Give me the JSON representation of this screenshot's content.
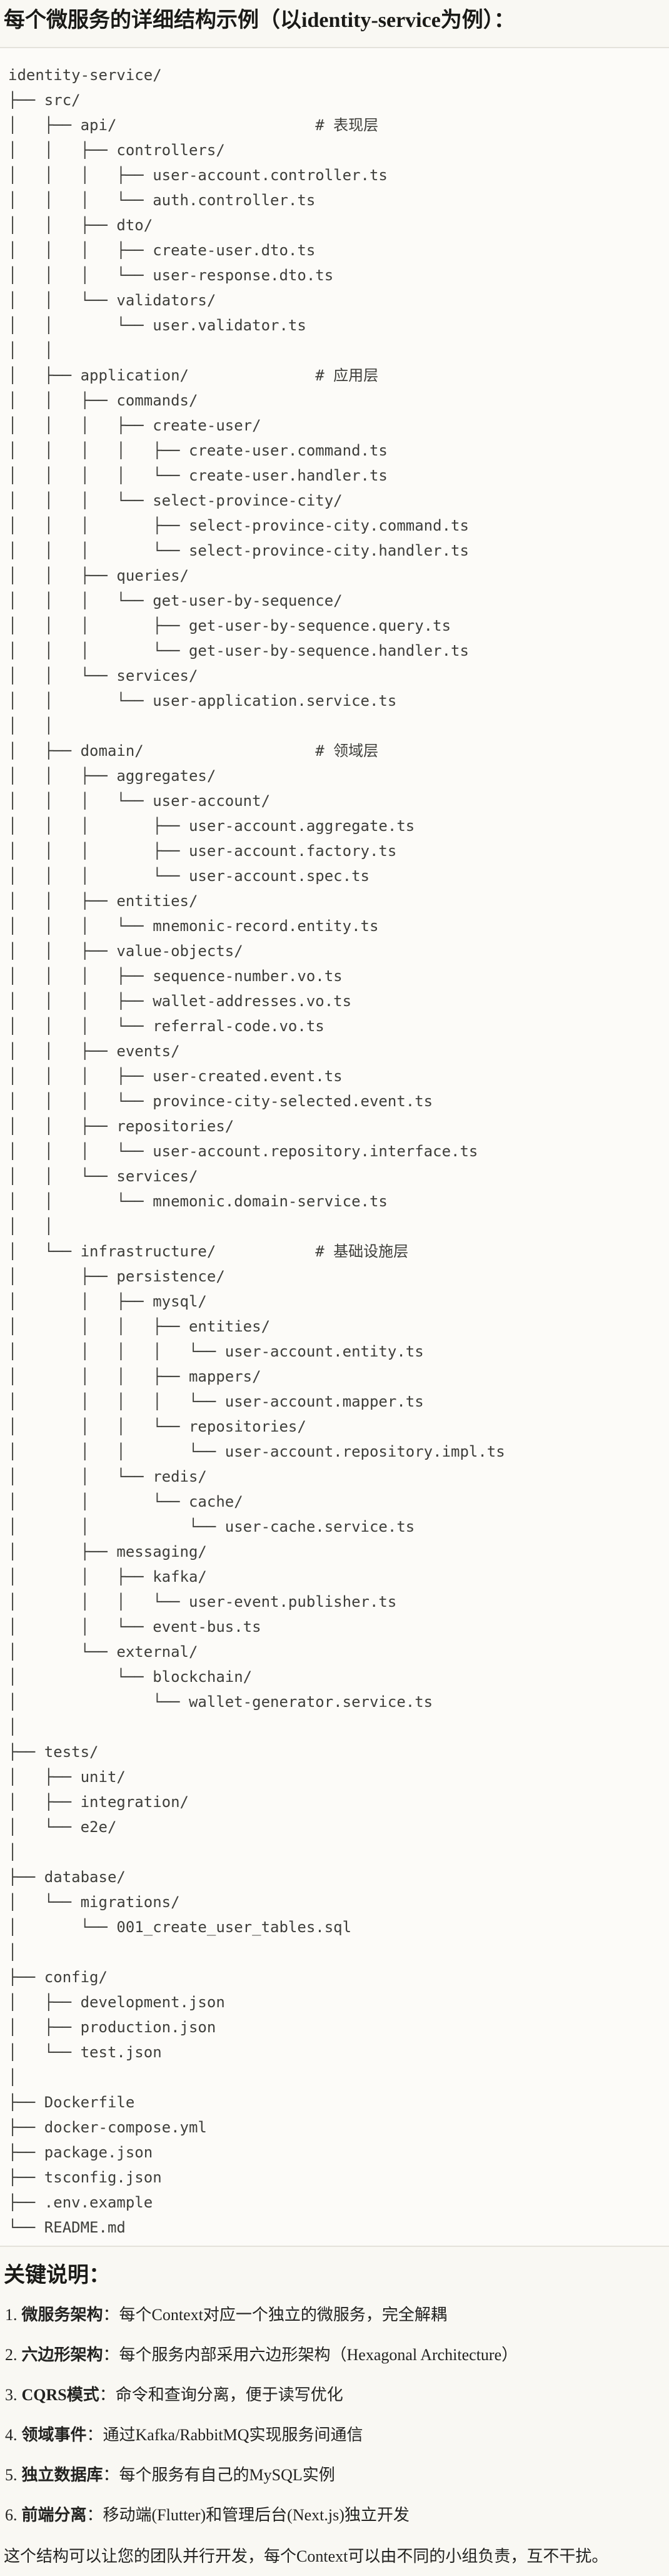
{
  "page": {
    "title": "每个微服务的详细结构示例（以identity-service为例）："
  },
  "colors": {
    "page_bg": "#f9f8f3",
    "code_bg": "#fcfbf8",
    "border": "#e4e2db",
    "title_text": "#1a1a17",
    "code_text": "#3e3e3a",
    "body_text": "#222220"
  },
  "code_block": {
    "lines": [
      "identity-service/",
      "├── src/",
      "│   ├── api/                      # 表现层",
      "│   │   ├── controllers/",
      "│   │   │   ├── user-account.controller.ts",
      "│   │   │   └── auth.controller.ts",
      "│   │   ├── dto/",
      "│   │   │   ├── create-user.dto.ts",
      "│   │   │   └── user-response.dto.ts",
      "│   │   └── validators/",
      "│   │       └── user.validator.ts",
      "│   │",
      "│   ├── application/              # 应用层",
      "│   │   ├── commands/",
      "│   │   │   ├── create-user/",
      "│   │   │   │   ├── create-user.command.ts",
      "│   │   │   │   └── create-user.handler.ts",
      "│   │   │   └── select-province-city/",
      "│   │   │       ├── select-province-city.command.ts",
      "│   │   │       └── select-province-city.handler.ts",
      "│   │   ├── queries/",
      "│   │   │   └── get-user-by-sequence/",
      "│   │   │       ├── get-user-by-sequence.query.ts",
      "│   │   │       └── get-user-by-sequence.handler.ts",
      "│   │   └── services/",
      "│   │       └── user-application.service.ts",
      "│   │",
      "│   ├── domain/                   # 领域层",
      "│   │   ├── aggregates/",
      "│   │   │   └── user-account/",
      "│   │   │       ├── user-account.aggregate.ts",
      "│   │   │       ├── user-account.factory.ts",
      "│   │   │       └── user-account.spec.ts",
      "│   │   ├── entities/",
      "│   │   │   └── mnemonic-record.entity.ts",
      "│   │   ├── value-objects/",
      "│   │   │   ├── sequence-number.vo.ts",
      "│   │   │   ├── wallet-addresses.vo.ts",
      "│   │   │   └── referral-code.vo.ts",
      "│   │   ├── events/",
      "│   │   │   ├── user-created.event.ts",
      "│   │   │   └── province-city-selected.event.ts",
      "│   │   ├── repositories/",
      "│   │   │   └── user-account.repository.interface.ts",
      "│   │   └── services/",
      "│   │       └── mnemonic.domain-service.ts",
      "│   │",
      "│   └── infrastructure/           # 基础设施层",
      "│       ├── persistence/",
      "│       │   ├── mysql/",
      "│       │   │   ├── entities/",
      "│       │   │   │   └── user-account.entity.ts",
      "│       │   │   ├── mappers/",
      "│       │   │   │   └── user-account.mapper.ts",
      "│       │   │   └── repositories/",
      "│       │   │       └── user-account.repository.impl.ts",
      "│       │   └── redis/",
      "│       │       └── cache/",
      "│       │           └── user-cache.service.ts",
      "│       ├── messaging/",
      "│       │   ├── kafka/",
      "│       │   │   └── user-event.publisher.ts",
      "│       │   └── event-bus.ts",
      "│       └── external/",
      "│           └── blockchain/",
      "│               └── wallet-generator.service.ts",
      "│",
      "├── tests/",
      "│   ├── unit/",
      "│   ├── integration/",
      "│   └── e2e/",
      "│",
      "├── database/",
      "│   └── migrations/",
      "│       └── 001_create_user_tables.sql",
      "│",
      "├── config/",
      "│   ├── development.json",
      "│   ├── production.json",
      "│   └── test.json",
      "│",
      "├── Dockerfile",
      "├── docker-compose.yml",
      "├── package.json",
      "├── tsconfig.json",
      "├── .env.example",
      "└── README.md"
    ]
  },
  "notes": {
    "heading": "关键说明：",
    "items": [
      {
        "num": "1.",
        "label": "微服务架构",
        "text": "：每个Context对应一个独立的微服务，完全解耦"
      },
      {
        "num": "2.",
        "label": "六边形架构",
        "text": "：每个服务内部采用六边形架构（Hexagonal Architecture）"
      },
      {
        "num": "3.",
        "label": "CQRS模式",
        "text": "：命令和查询分离，便于读写优化"
      },
      {
        "num": "4.",
        "label": "领域事件",
        "text": "：通过Kafka/RabbitMQ实现服务间通信"
      },
      {
        "num": "5.",
        "label": "独立数据库",
        "text": "：每个服务有自己的MySQL实例"
      },
      {
        "num": "6.",
        "label": "前端分离",
        "text": "：移动端(Flutter)和管理后台(Next.js)独立开发"
      }
    ],
    "footer": "这个结构可以让您的团队并行开发，每个Context可以由不同的小组负责，互不干扰。"
  }
}
